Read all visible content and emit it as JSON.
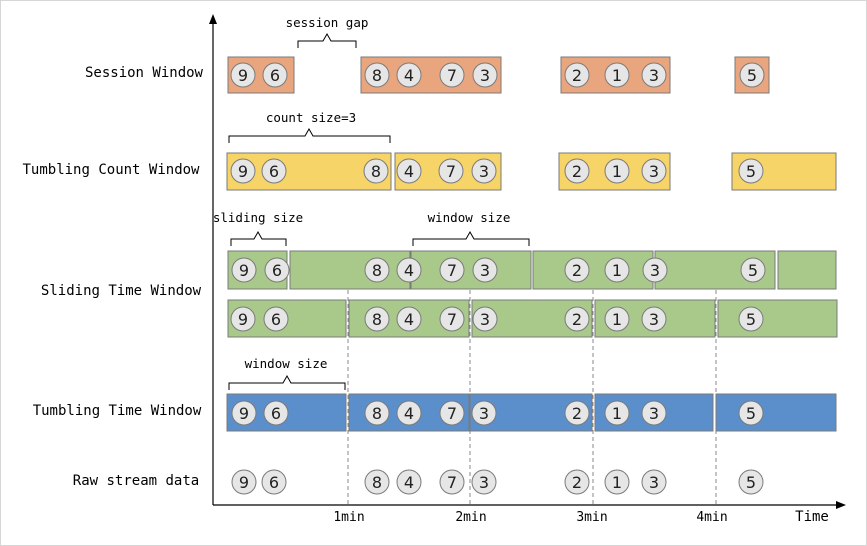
{
  "rows": [
    {
      "key": "session",
      "label": "Session Window"
    },
    {
      "key": "tumbling_count",
      "label": "Tumbling Count Window"
    },
    {
      "key": "sliding_time",
      "label": "Sliding Time Window"
    },
    {
      "key": "tumbling_time",
      "label": "Tumbling Time Window"
    },
    {
      "key": "raw",
      "label": "Raw stream data"
    }
  ],
  "annotations": {
    "session_gap": "session gap",
    "count_size": "count size=3",
    "sliding_size": "sliding size",
    "window_size_sliding": "window size",
    "window_size_tumbling": "window size"
  },
  "axis": {
    "x_label": "Time",
    "ticks": [
      "1min",
      "2min",
      "3min",
      "4min"
    ]
  },
  "stream_values": [
    "9",
    "6",
    "8",
    "4",
    "7",
    "3",
    "2",
    "1",
    "3",
    "5"
  ],
  "colors": {
    "session": "#E9A57E",
    "tumbling_count": "#F7D468",
    "sliding_time": "#A8C98A",
    "tumbling_time": "#5B8FCB"
  }
}
